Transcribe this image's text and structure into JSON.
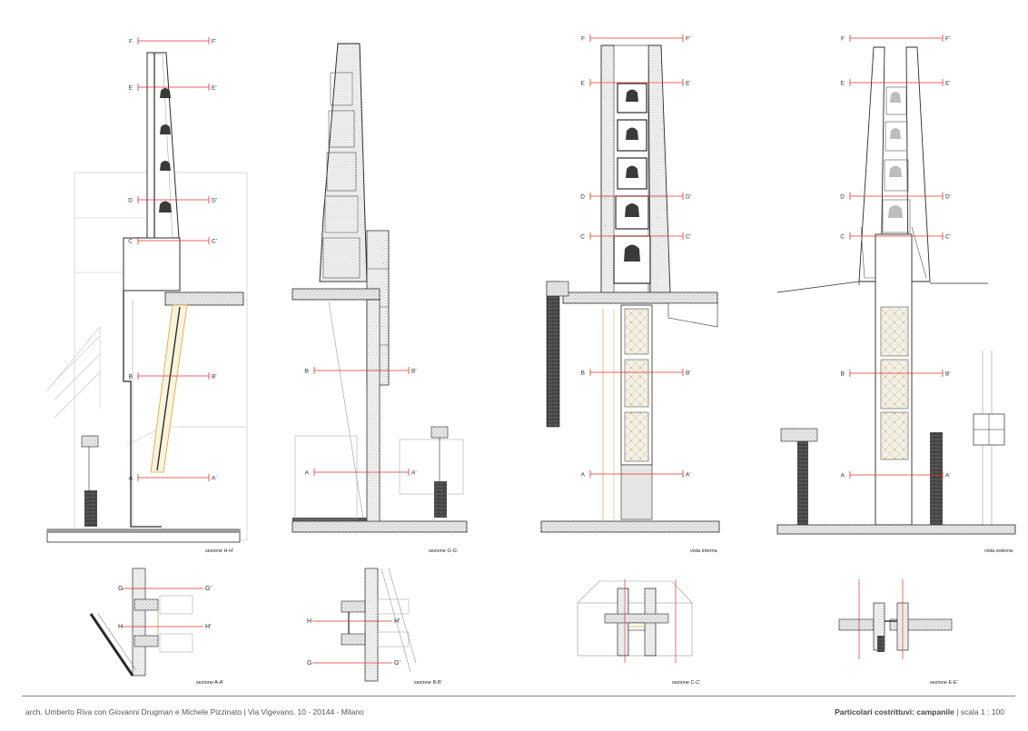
{
  "sections": {
    "main": [
      {
        "caption": "sezione H-H'"
      },
      {
        "caption": "sezione G-G'"
      },
      {
        "caption": "vista interna"
      },
      {
        "caption": "vista esterna"
      }
    ],
    "plans": [
      {
        "caption": "sezione A-A'"
      },
      {
        "caption": "sezione B-B'"
      },
      {
        "caption": "sezione C-C'"
      },
      {
        "caption": "sezione E-E'"
      }
    ]
  },
  "cut_markers": {
    "left": [
      "F",
      "E",
      "D",
      "C",
      "B",
      "A"
    ],
    "right": [
      "F'",
      "E'",
      "D'",
      "C'",
      "B'",
      "A'"
    ]
  },
  "plan_markers": {
    "a": {
      "top_left": "G",
      "top_right": "G'",
      "bottom_left": "H",
      "bottom_right": "H'"
    },
    "b": {
      "top_left": "H",
      "top_right": "H'",
      "bottom_left": "G",
      "bottom_right": "G'"
    }
  },
  "footer": {
    "credits": "arch. Umberto Riva con Giovanni Drugman e Michele Pizzinato | Via Vigevano, 10 - 20144 - Milano",
    "title_bold": "Particolari costrittuvi: campanile",
    "title_rest": " | scala 1 : 100"
  },
  "colors": {
    "cut_line": "#e0342b",
    "ink": "#2b2b2b",
    "light_ink": "#9a9a9a",
    "hatch": "#6d6d6d",
    "accent_ochre": "#d8a23a"
  }
}
